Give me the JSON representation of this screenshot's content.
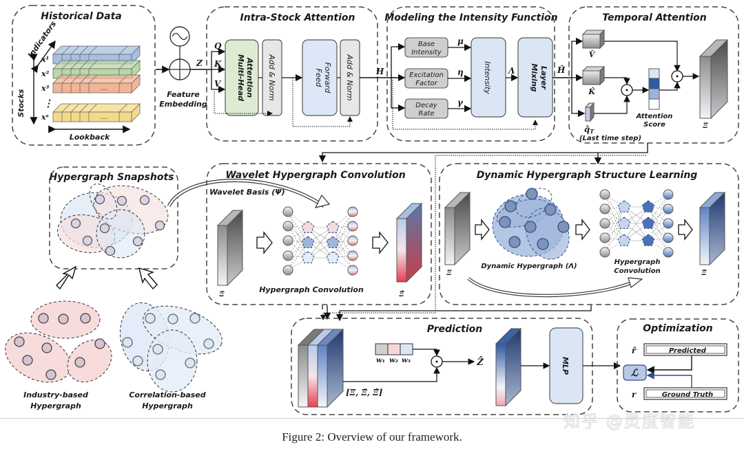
{
  "panels": {
    "historical": {
      "title": "Historical Data",
      "indicators": "Indicators",
      "stocks": "Stocks",
      "lookback": "Lookback",
      "rows": [
        "x¹",
        "x²",
        "x³",
        "⋮",
        "xˢ"
      ],
      "dots": "…"
    },
    "embedding": {
      "label_line1": "Feature",
      "label_line2": "Embedding",
      "z": "Z"
    },
    "intra": {
      "title": "Intra-Stock Attention",
      "q": "Q",
      "k": "K",
      "v": "V",
      "mha_line1": "Multi-Head",
      "mha_line2": "Attention",
      "addnorm": "Add & Norm",
      "ff_line1": "Feed",
      "ff_line2": "Forward",
      "h": "H"
    },
    "intensity": {
      "title": "Modeling the Intensity Function",
      "boxes": [
        {
          "line1": "Base",
          "line2": "Intensity",
          "sym": "μ"
        },
        {
          "line1": "Excitation",
          "line2": "Factor",
          "sym": "η"
        },
        {
          "line1": "Decay",
          "line2": "Rate",
          "sym": "γ"
        }
      ],
      "intensity": "Intensity",
      "lambda": "Λ",
      "mixing_line1": "Mixing",
      "mixing_line2": "Layer",
      "hhat": "Ĥ"
    },
    "temporal": {
      "title": "Temporal Attention",
      "v": "V̂",
      "k": "K̂",
      "q": "q̂",
      "q_sub": "T",
      "last": "(Last time step)",
      "score_line1": "Attention",
      "score_line2": "Score",
      "xi": "Ξ"
    },
    "snapshots": {
      "title": "Hypergraph Snapshots"
    },
    "industry": {
      "line1": "Industry-based",
      "line2": "Hypergraph"
    },
    "correlation": {
      "line1": "Correlation-based",
      "line2": "Hypergraph"
    },
    "wavelet": {
      "title": "Wavelet Hypergraph Convolution",
      "basis": "Wavelet Basis (Ψ)",
      "conv": "Hypergraph Convolution",
      "xi_in": "Ξ",
      "xi_out": "Ξ̂"
    },
    "dynamic": {
      "title": "Dynamic Hypergraph Structure Learning",
      "dyn": "Dynamic Hypergraph (Λ)",
      "conv_line1": "Hypergraph",
      "conv_line2": "Convolution",
      "xi_in": "Ξ",
      "xi_out": "Ξ̃"
    },
    "prediction": {
      "title": "Prediction",
      "w1": "w₁",
      "w2": "w₂",
      "w3": "w₃",
      "concat": "[Ξ, Ξ̂, Ξ̃]",
      "zhat": "Ẑ",
      "mlp": "MLP"
    },
    "optimization": {
      "title": "Optimization",
      "rhat": "r̂",
      "predicted": "Predicted",
      "loss": "ℒ",
      "r": "r",
      "truth": "Ground Truth"
    }
  },
  "caption": "Figure 2: Overview of our framework.",
  "watermark": "知乎 @灵度智能",
  "colors": {
    "blue": "#a9bfe0",
    "green": "#b9d7a8",
    "orange": "#f1b596",
    "yellow": "#f5d98a",
    "gray_box": "#cfcfcf",
    "light_blue": "#dbe6f5",
    "pink": "#f6d2d2",
    "dark_blue": "#2f4f8a",
    "red": "#e34d5a"
  }
}
